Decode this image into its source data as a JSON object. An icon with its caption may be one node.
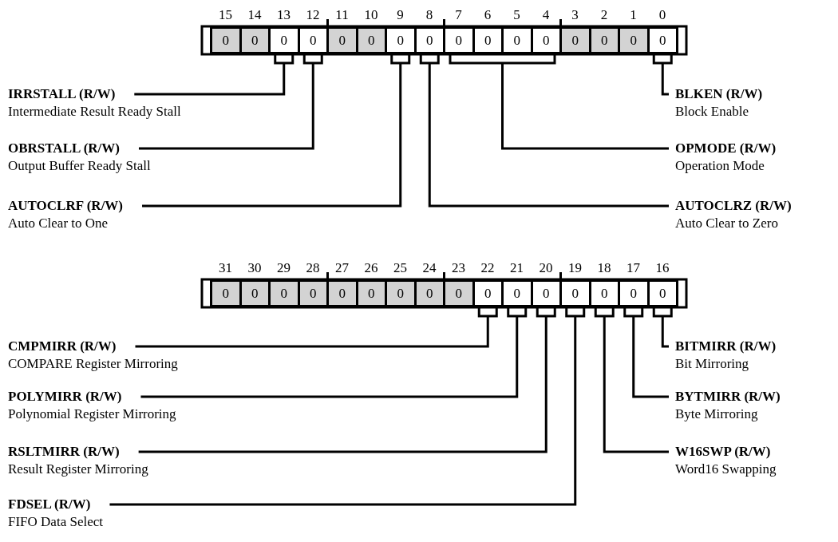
{
  "diagram": {
    "nodes": [
      {
        "text": [
          "0"
        ]
      },
      {
        "text": [
          "0"
        ]
      },
      {
        "text": [
          "0"
        ]
      },
      {
        "text": [
          "0"
        ]
      },
      {
        "text": [
          "0"
        ]
      },
      {
        "text": [
          "0"
        ]
      },
      {
        "text": [
          "0"
        ]
      },
      {
        "text": [
          "0"
        ]
      },
      {
        "text": [
          "0"
        ]
      },
      {
        "text": [
          "0"
        ]
      },
      {
        "text": [
          "0"
        ]
      },
      {
        "text": [
          "0"
        ]
      },
      {
        "text": [
          "0"
        ]
      },
      {
        "text": [
          "0"
        ]
      },
      {
        "text": [
          "0"
        ]
      },
      {
        "text": [
          "0"
        ]
      },
      {
        "text": [
          "IRRSTALL (R/W)",
          "Intermediate Result Ready Stall"
        ]
      },
      {
        "text": [
          "BLKEN (R/W)",
          "Block Enable"
        ]
      },
      {
        "text": [
          "OBRSTALL (R/W)",
          "Output Buffer Ready Stall"
        ]
      },
      {
        "text": [
          "OPMODE (R/W)",
          "Operation Mode"
        ]
      },
      {
        "text": [
          "AUTOCLRF (R/W)",
          "Auto Clear to One"
        ]
      },
      {
        "text": [
          "AUTOCLRZ (R/W)",
          "Auto Clear to Zero"
        ]
      },
      {
        "text": [
          "0"
        ]
      },
      {
        "text": [
          "0"
        ]
      },
      {
        "text": [
          "0"
        ]
      },
      {
        "text": [
          "0"
        ]
      },
      {
        "text": [
          "0"
        ]
      },
      {
        "text": [
          "0"
        ]
      },
      {
        "text": [
          "0"
        ]
      },
      {
        "text": [
          "0"
        ]
      },
      {
        "text": [
          "0"
        ]
      },
      {
        "text": [
          "0"
        ]
      },
      {
        "text": [
          "0"
        ]
      },
      {
        "text": [
          "0"
        ]
      },
      {
        "text": [
          "0"
        ]
      },
      {
        "text": [
          "0"
        ]
      },
      {
        "text": [
          "0"
        ]
      },
      {
        "text": [
          "0"
        ]
      },
      {
        "text": [
          "CMPMIRR (R/W)",
          "COMPARE Register Mirroring"
        ]
      },
      {
        "text": [
          "BITMIRR (R/W)",
          "Bit Mirroring"
        ]
      },
      {
        "text": [
          "POLYMIRR (R/W)",
          "Polynomial Register Mirroring"
        ]
      },
      {
        "text": [
          "BYTMIRR (R/W)",
          "Byte Mirroring"
        ]
      },
      {
        "text": [
          "RSLTMIRR (R/W)",
          "Result Register Mirroring"
        ]
      },
      {
        "text": [
          "W16SWP (R/W)",
          "Word16 Swapping"
        ]
      },
      {
        "text": [
          "FDSEL (R/W)",
          "FIFO Data Select"
        ]
      }
    ],
    "edges": [
      {
        "from": 16,
        "to": 2,
        "arrow": "none"
      },
      {
        "from": 17,
        "to": 15,
        "arrow": "none"
      },
      {
        "from": 18,
        "to": 3,
        "arrow": "none"
      },
      {
        "from": 19,
        "to": 8,
        "arrow": "none"
      },
      {
        "from": 19,
        "to": 11,
        "arrow": "none"
      },
      {
        "from": 20,
        "to": 6,
        "arrow": "none"
      },
      {
        "from": 21,
        "to": 7,
        "arrow": "none"
      },
      {
        "from": 38,
        "to": 31,
        "arrow": "none"
      },
      {
        "from": 39,
        "to": 37,
        "arrow": "none"
      },
      {
        "from": 40,
        "to": 32,
        "arrow": "none"
      },
      {
        "from": 41,
        "to": 36,
        "arrow": "none"
      },
      {
        "from": 42,
        "to": 33,
        "arrow": "none"
      },
      {
        "from": 43,
        "to": 35,
        "arrow": "none"
      },
      {
        "from": 44,
        "to": 34,
        "arrow": "none"
      }
    ],
    "labels": [
      "15",
      "14",
      "13",
      "12",
      "11",
      "10",
      "9",
      "8",
      "7",
      "6",
      "5",
      "4",
      "3",
      "2",
      "1",
      "0",
      "31",
      "30",
      "29",
      "28",
      "27",
      "26",
      "25",
      "24",
      "23",
      "22",
      "21",
      "20",
      "19",
      "18",
      "17",
      "16"
    ]
  }
}
